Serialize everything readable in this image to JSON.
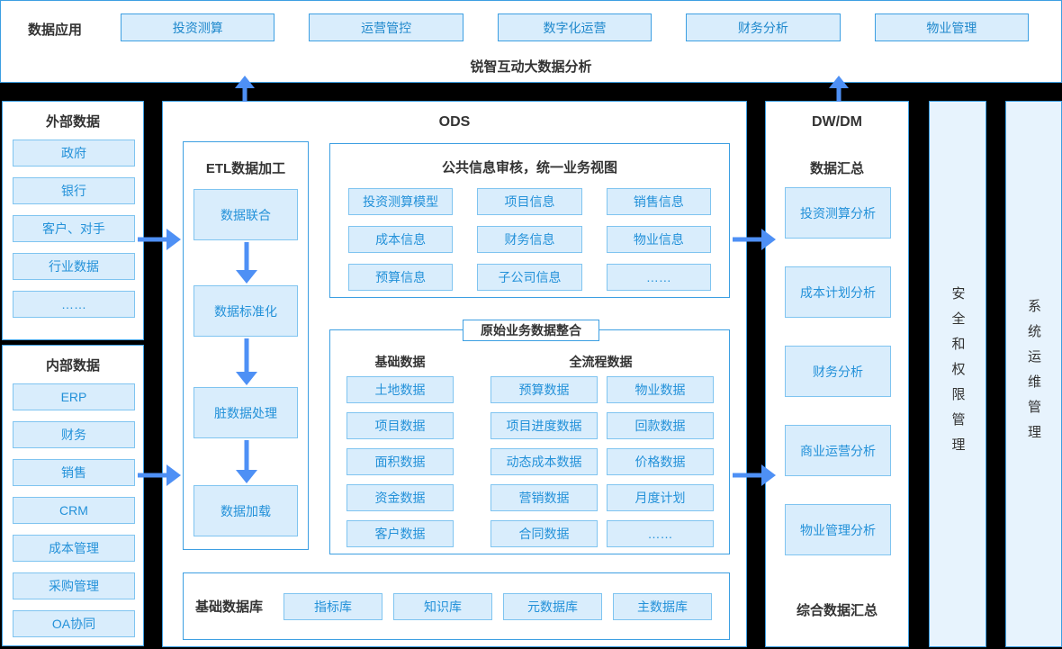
{
  "colors": {
    "bg": "#000000",
    "panel": "#ffffff",
    "accent": "#3d9fe2",
    "item_bg": "#d9edfc",
    "item_bd": "#7fc4f0",
    "item_tx": "#2391d9",
    "head_tx": "#333333",
    "arrow": "#4e90f5",
    "side_bg": "#e7f3fd"
  },
  "top": {
    "label": "数据应用",
    "apps": [
      "投资测算",
      "运营管控",
      "数字化运营",
      "财务分析",
      "物业管理"
    ],
    "title": "锐智互动大数据分析"
  },
  "external": {
    "title": "外部数据",
    "items": [
      "政府",
      "银行",
      "客户、对手",
      "行业数据",
      "……"
    ]
  },
  "internal": {
    "title": "内部数据",
    "items": [
      "ERP",
      "财务",
      "销售",
      "CRM",
      "成本管理",
      "采购管理",
      "OA协同"
    ]
  },
  "ods": {
    "title": "ODS",
    "etl": {
      "title": "ETL数据加工",
      "steps": [
        "数据联合",
        "数据标准化",
        "脏数据处理",
        "数据加载"
      ]
    },
    "common": {
      "title": "公共信息审核，统一业务视图",
      "items": [
        "投资测算模型",
        "项目信息",
        "销售信息",
        "成本信息",
        "财务信息",
        "物业信息",
        "预算信息",
        "子公司信息",
        "……"
      ]
    },
    "raw": {
      "tab": "原始业务数据整合",
      "base": {
        "title": "基础数据",
        "items": [
          "土地数据",
          "项目数据",
          "面积数据",
          "资金数据",
          "客户数据"
        ]
      },
      "full": {
        "title": "全流程数据",
        "col1": [
          "预算数据",
          "项目进度数据",
          "动态成本数据",
          "营销数据",
          "合同数据"
        ],
        "col2": [
          "物业数据",
          "回款数据",
          "价格数据",
          "月度计划",
          "……"
        ]
      }
    },
    "basedb": {
      "title": "基础数据库",
      "items": [
        "指标库",
        "知识库",
        "元数据库",
        "主数据库"
      ]
    }
  },
  "dwdm": {
    "title": "DW/DM",
    "subtitle": "数据汇总",
    "items": [
      "投资测算分析",
      "成本计划分析",
      "财务分析",
      "商业运营分析",
      "物业管理分析"
    ],
    "footer": "综合数据汇总"
  },
  "sidebars": [
    {
      "label": "安全和权限管理"
    },
    {
      "label": "系统运维管理"
    }
  ]
}
